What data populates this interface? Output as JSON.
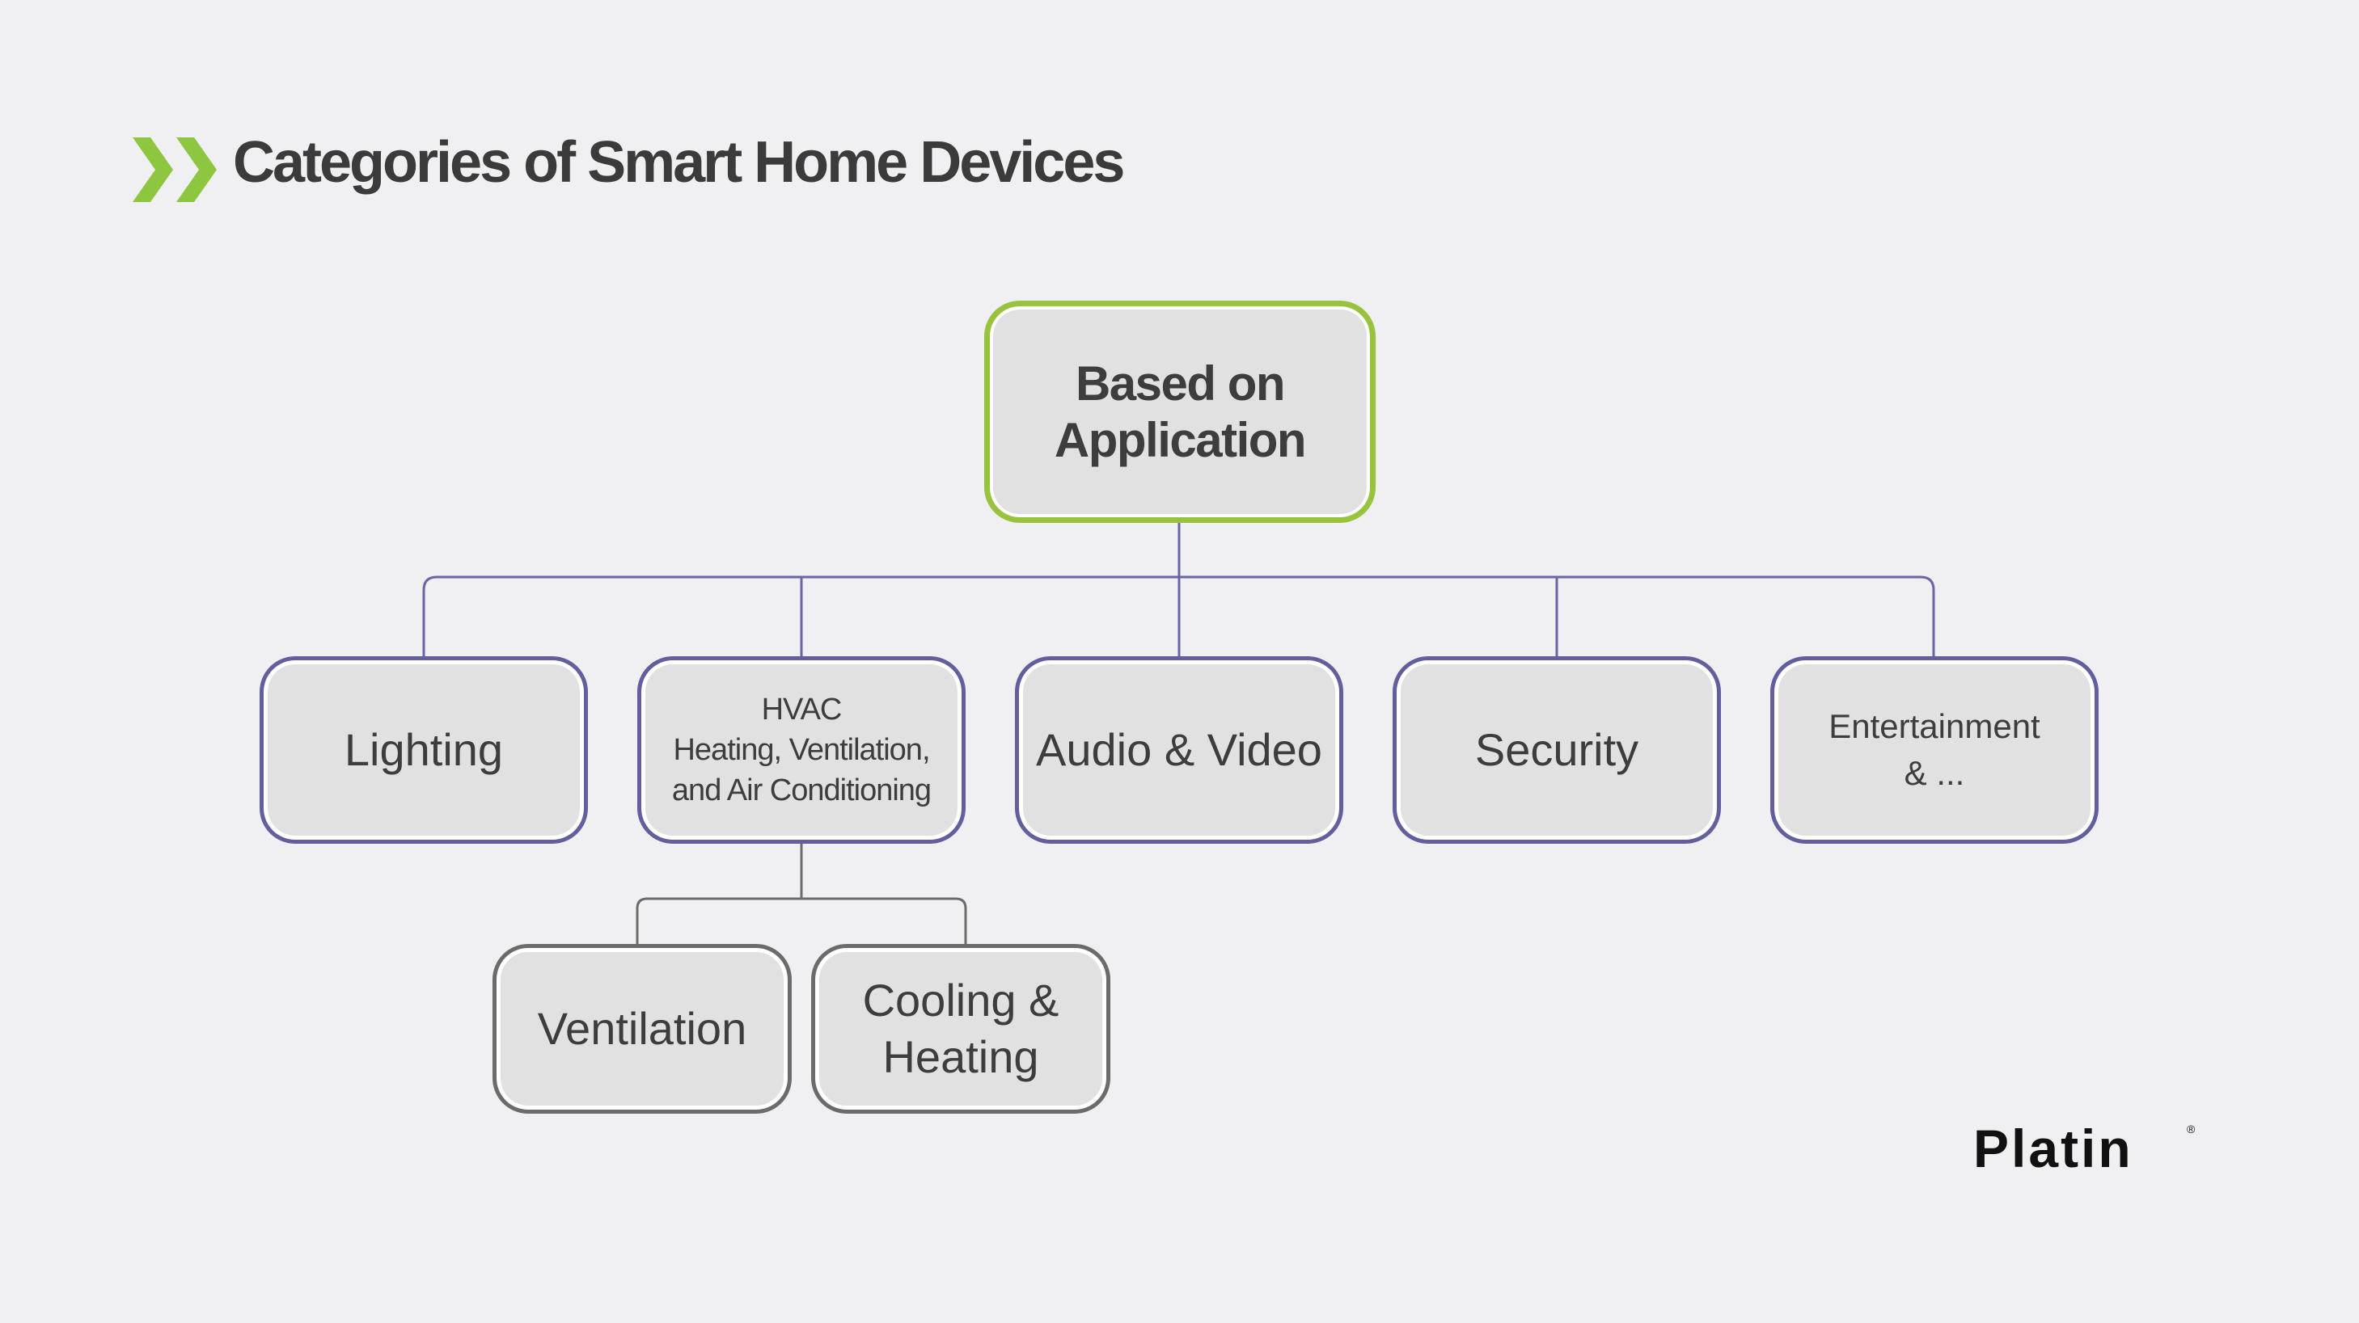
{
  "header": {
    "title": "Categories of Smart Home Devices",
    "icon": "double-chevron-right-icon",
    "accent_color": "#8dc63f"
  },
  "diagram": {
    "root": {
      "label": "Based on\nApplication",
      "border_color": "#97c43c"
    },
    "categories": [
      {
        "label": "Lighting"
      },
      {
        "label": "HVAC\nHeating, Ventilation,\nand Air Conditioning"
      },
      {
        "label": "Audio & Video"
      },
      {
        "label": "Security"
      },
      {
        "label": "Entertainment\n& ..."
      }
    ],
    "hvac_children": [
      {
        "label": "Ventilation"
      },
      {
        "label": "Cooling &\nHeating"
      }
    ],
    "connector_color": "#6a66a6",
    "sub_connector_color": "#6b6b6b"
  },
  "brand": {
    "logo_text": "Platin",
    "mark": "®"
  }
}
